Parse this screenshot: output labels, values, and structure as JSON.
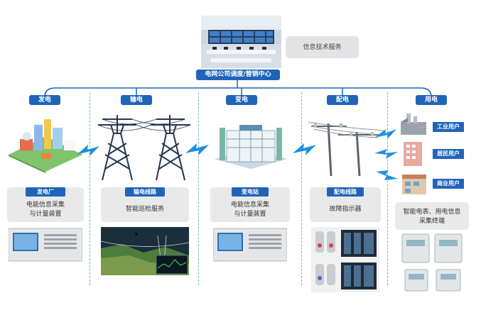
{
  "center": {
    "title": "电网公司调度/营销中心",
    "service_label": "信息技术服务"
  },
  "categories": [
    {
      "key": "gen",
      "label": "发电"
    },
    {
      "key": "trans",
      "label": "输电"
    },
    {
      "key": "sub",
      "label": "变电"
    },
    {
      "key": "dist",
      "label": "配电"
    },
    {
      "key": "use",
      "label": "用电"
    }
  ],
  "nodes": [
    {
      "tag": "发电厂",
      "lines": [
        "电能信息采集",
        "与计量装置"
      ]
    },
    {
      "tag": "输电线路",
      "lines": [
        "智能巡检服务"
      ]
    },
    {
      "tag": "变电站",
      "lines": [
        "电能信息采集",
        "与计量装置"
      ]
    },
    {
      "tag": "配电线路",
      "lines": [
        "故障指示器"
      ]
    }
  ],
  "users": [
    "工业用户",
    "居民用户",
    "商业用户"
  ],
  "terminal": {
    "lines": [
      "智能电表、用电信息",
      "采集终端"
    ]
  },
  "colors": {
    "accent": "#1f64b8",
    "lightning": "#1e8fe0",
    "divider": "#62c2c2",
    "card": "#e9e9ea"
  }
}
